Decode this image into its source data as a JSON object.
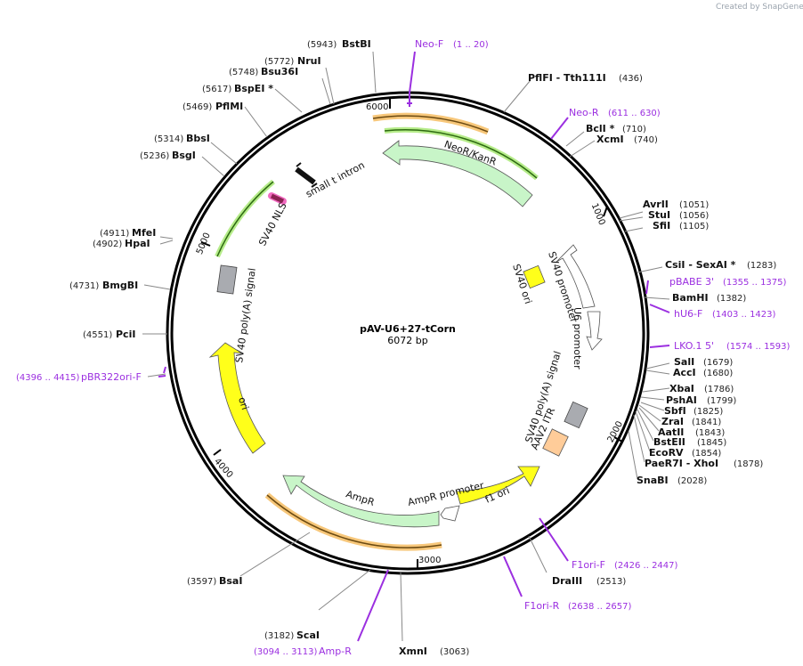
{
  "credit": "Created by SnapGene",
  "plasmid": {
    "name": "pAV-U6+27-tCorn",
    "size": "6072 bp",
    "total_bp": 6072
  },
  "ticks": [
    "1000",
    "2000",
    "3000",
    "4000",
    "5000",
    "6000"
  ],
  "features": [
    {
      "label": "NeoR/KanR",
      "color": "#c8f5c8"
    },
    {
      "label": "small t intron",
      "color": "#111111"
    },
    {
      "label": "SV40 NLS",
      "color": "#8b2252"
    },
    {
      "label": "SV40 poly(A) signal",
      "color": "#a9a9a9"
    },
    {
      "label": "ori",
      "color": "#ffff00"
    },
    {
      "label": "SV40 promoter",
      "color": "#ffffff"
    },
    {
      "label": "SV40 ori",
      "color": "#ffff00"
    },
    {
      "label": "U6 promoter",
      "color": "#ffffff"
    },
    {
      "label": "SV40 poly(A) signal",
      "color": "#a9a9a9"
    },
    {
      "label": "AAV2 ITR",
      "color": "#ffcc99"
    },
    {
      "label": "f1 ori",
      "color": "#ffff00"
    },
    {
      "label": "AmpR promoter",
      "color": "#ffffff"
    },
    {
      "label": "AmpR",
      "color": "#c8f5c8"
    }
  ],
  "labels": [
    {
      "name": "BstBI",
      "pos": "(5943)"
    },
    {
      "name": "Neo-F",
      "pos": "(1 .. 20)"
    },
    {
      "name": "NruI",
      "pos": "(5772)"
    },
    {
      "name": "Bsu36I",
      "pos": "(5748)"
    },
    {
      "name": "BspEI *",
      "pos": "(5617)"
    },
    {
      "name": "PflMI",
      "pos": "(5469)"
    },
    {
      "name": "PflFI - Tth111I",
      "pos": "(436)"
    },
    {
      "name": "Neo-R",
      "pos": "(611 .. 630)"
    },
    {
      "name": "BclI *",
      "pos": "(710)"
    },
    {
      "name": "XcmI",
      "pos": "(740)"
    },
    {
      "name": "BbsI",
      "pos": "(5314)"
    },
    {
      "name": "BsgI",
      "pos": "(5236)"
    },
    {
      "name": "AvrII",
      "pos": "(1051)"
    },
    {
      "name": "StuI",
      "pos": "(1056)"
    },
    {
      "name": "SfiI",
      "pos": "(1105)"
    },
    {
      "name": "MfeI",
      "pos": "(4911)"
    },
    {
      "name": "HpaI",
      "pos": "(4902)"
    },
    {
      "name": "CsiI - SexAI *",
      "pos": "(1283)"
    },
    {
      "name": "pBABE 3'",
      "pos": "(1355 .. 1375)"
    },
    {
      "name": "BmgBI",
      "pos": "(4731)"
    },
    {
      "name": "BamHI",
      "pos": "(1382)"
    },
    {
      "name": "hU6-F",
      "pos": "(1403 .. 1423)"
    },
    {
      "name": "PciI",
      "pos": "(4551)"
    },
    {
      "name": "LKO.1 5'",
      "pos": "(1574 .. 1593)"
    },
    {
      "name": "SalI",
      "pos": "(1679)"
    },
    {
      "name": "AccI",
      "pos": "(1680)"
    },
    {
      "name": "pBR322ori-F",
      "pos": "(4396 .. 4415)"
    },
    {
      "name": "XbaI",
      "pos": "(1786)"
    },
    {
      "name": "PshAI",
      "pos": "(1799)"
    },
    {
      "name": "SbfI",
      "pos": "(1825)"
    },
    {
      "name": "ZraI",
      "pos": "(1841)"
    },
    {
      "name": "AatII",
      "pos": "(1843)"
    },
    {
      "name": "BstEII",
      "pos": "(1845)"
    },
    {
      "name": "EcoRV",
      "pos": "(1854)"
    },
    {
      "name": "PaeR7I - XhoI",
      "pos": "(1878)"
    },
    {
      "name": "SnaBI",
      "pos": "(2028)"
    },
    {
      "name": "F1ori-F",
      "pos": "(2426 .. 2447)"
    },
    {
      "name": "DraIII",
      "pos": "(2513)"
    },
    {
      "name": "F1ori-R",
      "pos": "(2638 .. 2657)"
    },
    {
      "name": "BsaI",
      "pos": "(3597)"
    },
    {
      "name": "ScaI",
      "pos": "(3182)"
    },
    {
      "name": "Amp-R",
      "pos": "(3094 .. 3113)"
    },
    {
      "name": "XmnI",
      "pos": "(3063)"
    }
  ]
}
